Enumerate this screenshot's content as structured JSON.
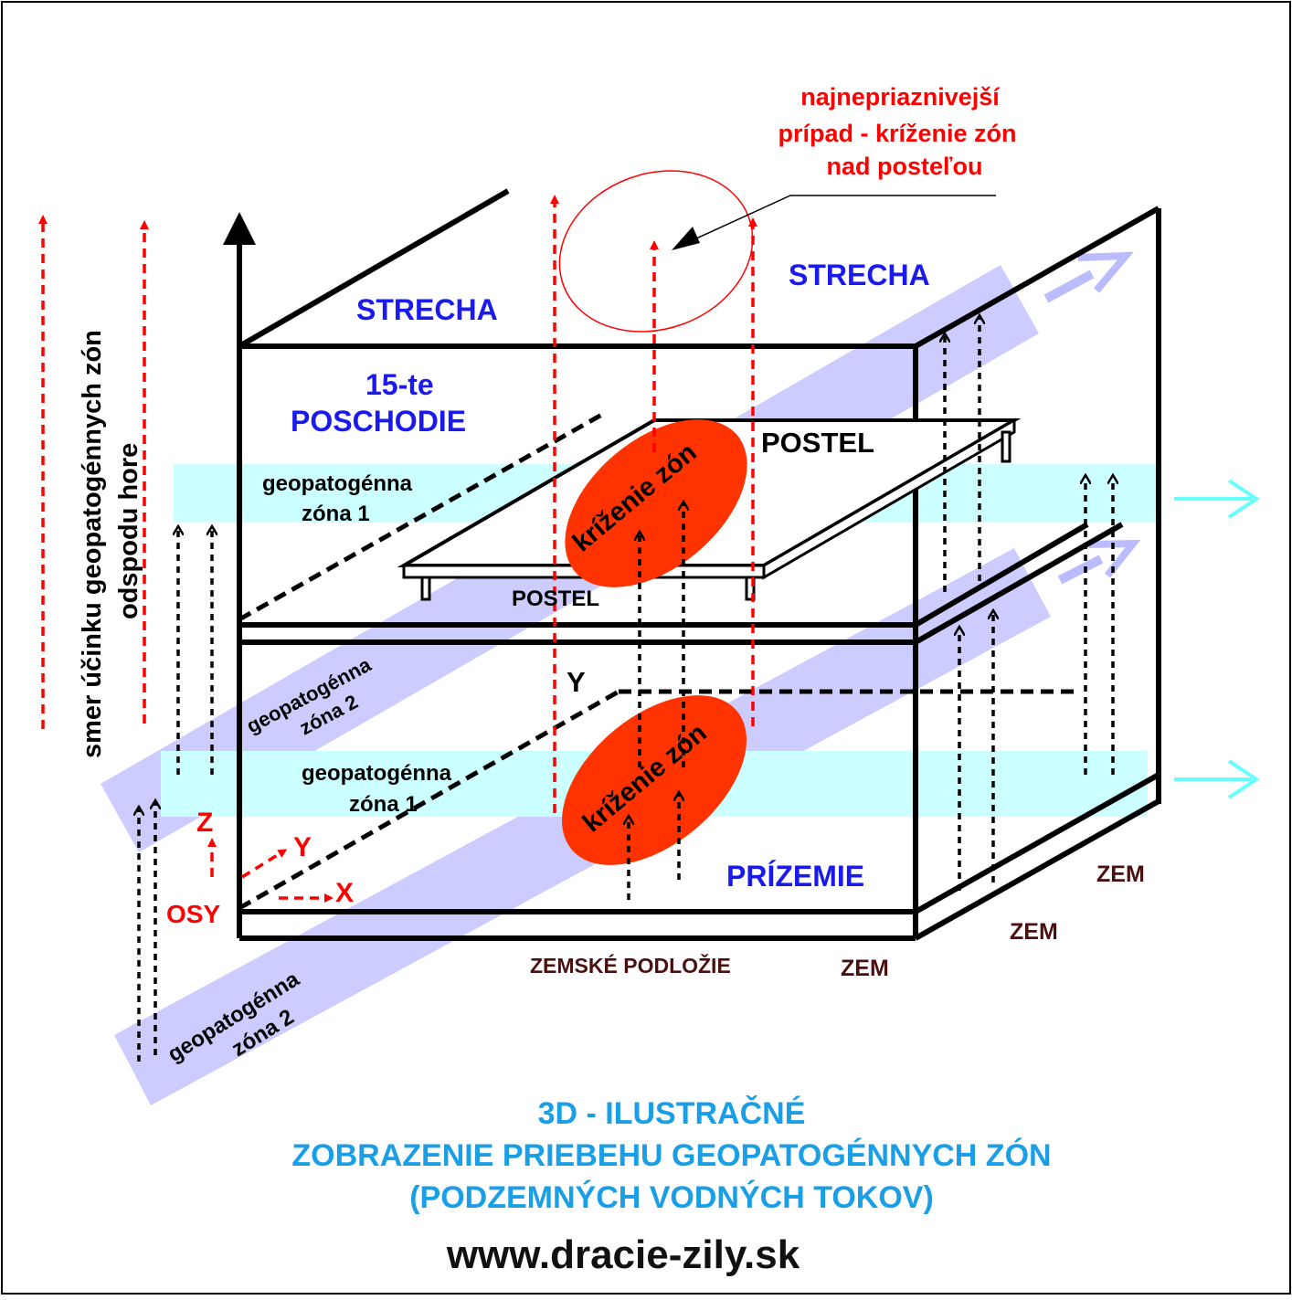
{
  "labels": {
    "worst_case_line1": "najnepriaznivejší",
    "worst_case_line2": "prípad - kríženie zón",
    "worst_case_line3": "nad posteľou",
    "roof_left": "STRECHA",
    "roof_right": "STRECHA",
    "floor_line1": "15-te",
    "floor_line2": "POSCHODIE",
    "bed_upper": "POSTEL",
    "bed_lower": "POSTEL",
    "crossing_upper": "kríženie zón",
    "crossing_lower": "kríženie zón",
    "zone1_upper_line1": "geopatogénna",
    "zone1_upper_line2": "zóna 1",
    "zone1_lower_line1": "geopatogénna",
    "zone1_lower_line2": "zóna 1",
    "zone2_upper_line1": "geopatogénna",
    "zone2_upper_line2": "zóna 2",
    "zone2_lower_line1": "geopatogénna",
    "zone2_lower_line2": "zóna 2",
    "vertical_line1": "smer účinku geopatogénnych zón",
    "vertical_line2": "odspodu hore",
    "axis_z": "Z",
    "axis_y": "Y",
    "axis_x": "X",
    "axes": "OSY",
    "y_label": "Y",
    "ground_floor": "PRÍZEMIE",
    "ground_1": "ZEM",
    "ground_2": "ZEM",
    "ground_3": "ZEM",
    "subsoil": "ZEMSKÉ PODLOŽIE"
  },
  "footer": {
    "title_line1": "3D -  ILUSTRAČNÉ",
    "title_line2": "ZOBRAZENIE PRIEBEHU GEOPATOGÉNNYCH ZÓN",
    "title_line3": "(PODZEMNÝCH VODNÝCH TOKOV)",
    "website": "www.dracie-zily.sk"
  },
  "colors": {
    "red": "#ff0000",
    "blue_text": "#1a1aee",
    "cyan_band": "#ccffff",
    "violet_band": "#ccccff",
    "crossing_fill": "#ff3300",
    "footer_blue": "#1a9fe6",
    "ground_brown": "#4a1010"
  }
}
